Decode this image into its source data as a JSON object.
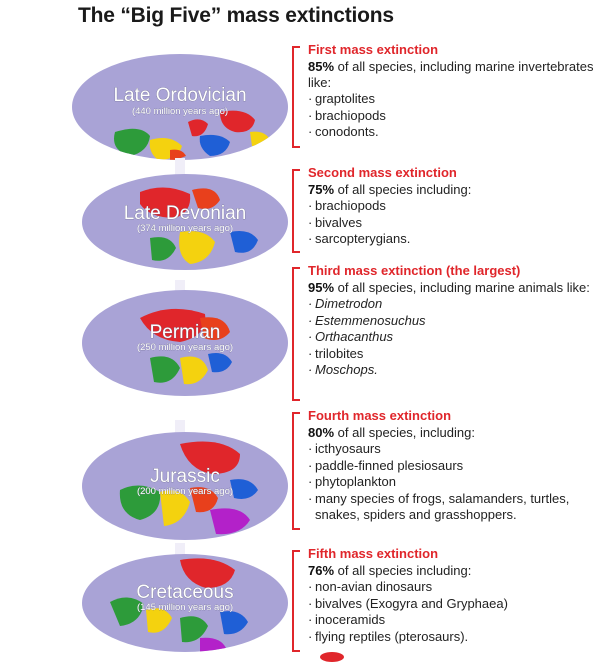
{
  "title": "The “Big Five” mass extinctions",
  "colors": {
    "accent": "#e0262b",
    "globe_fill": "#a9a3d6",
    "arrow": "#ffffff"
  },
  "extinctions": [
    {
      "heading": "First mass extinction",
      "era": "Late Ordovician",
      "date": "(440 million years ago)",
      "percent": "85%",
      "description": " of all species, including marine invertebrates like:",
      "items": [
        "graptolites",
        "brachiopods",
        "conodonts."
      ]
    },
    {
      "heading": "Second mass extinction",
      "era": "Late Devonian",
      "date": "(374 million years ago)",
      "percent": "75%",
      "description": " of all species including:",
      "items": [
        "brachiopods",
        "bivalves",
        "sarcopterygians."
      ]
    },
    {
      "heading": "Third mass extinction (the largest)",
      "era": "Permian",
      "date": "(250 million years ago)",
      "percent": "95%",
      "description": " of all species, including marine animals like:",
      "items": [
        "Dimetrodon",
        "Estemmenosuchus",
        "Orthacanthus",
        "trilobites",
        "Moschops."
      ]
    },
    {
      "heading": "Fourth mass extinction",
      "era": "Jurassic",
      "date": "(200 million years ago)",
      "percent": "80%",
      "description": " of all species, including:",
      "items": [
        "icthyosaurs",
        "paddle-finned plesiosaurs",
        "phytoplankton",
        "many species of frogs, salamanders, turtles, snakes, spiders and grasshoppers."
      ]
    },
    {
      "heading": "Fifth mass extinction",
      "era": "Cretaceous",
      "date": "(145 million years ago)",
      "percent": "76%",
      "description": " of all species including:",
      "items": [
        "non-avian dinosaurs",
        "bivalves (Exogyra and Gryphaea)",
        "inoceramids",
        "flying reptiles (pterosaurs)."
      ]
    }
  ]
}
